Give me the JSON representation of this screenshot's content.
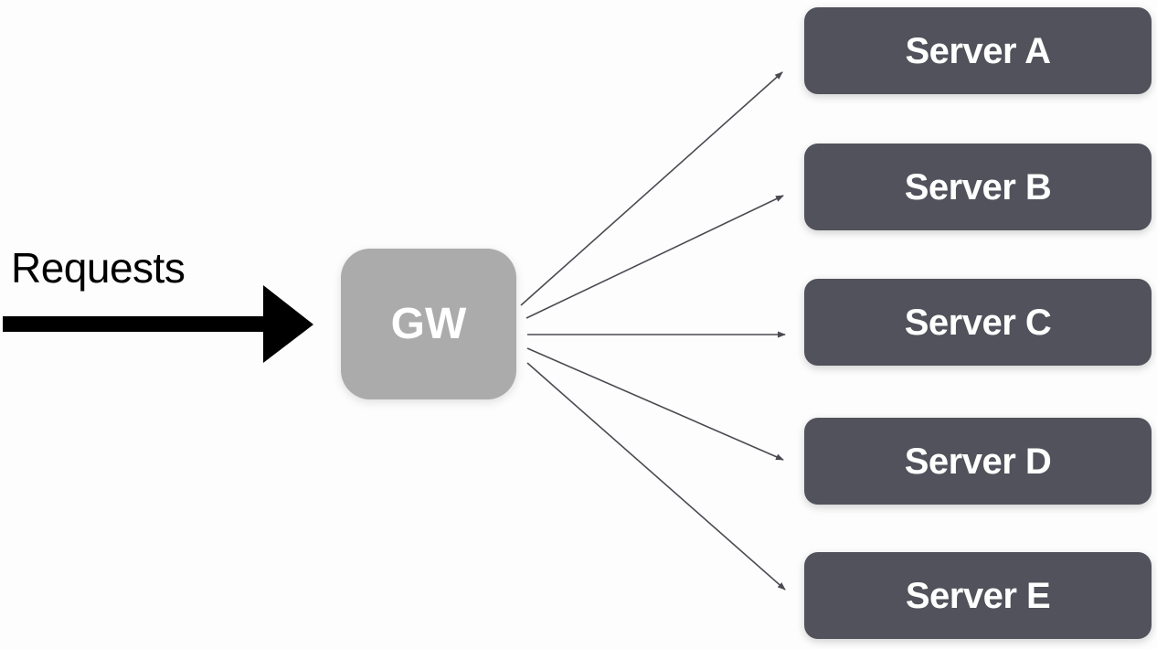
{
  "diagram": {
    "source_label": "Requests",
    "gateway": {
      "label": "GW"
    },
    "servers": [
      {
        "label": "Server A"
      },
      {
        "label": "Server B"
      },
      {
        "label": "Server C"
      },
      {
        "label": "Server D"
      },
      {
        "label": "Server E"
      }
    ],
    "colors": {
      "background": "#fdfdfd",
      "gateway_fill": "#ababab",
      "server_fill": "#51525b",
      "node_text": "#ffffff",
      "request_arrow": "#000000",
      "connector_stroke": "#4a4b52",
      "label_text": "#000000"
    }
  }
}
